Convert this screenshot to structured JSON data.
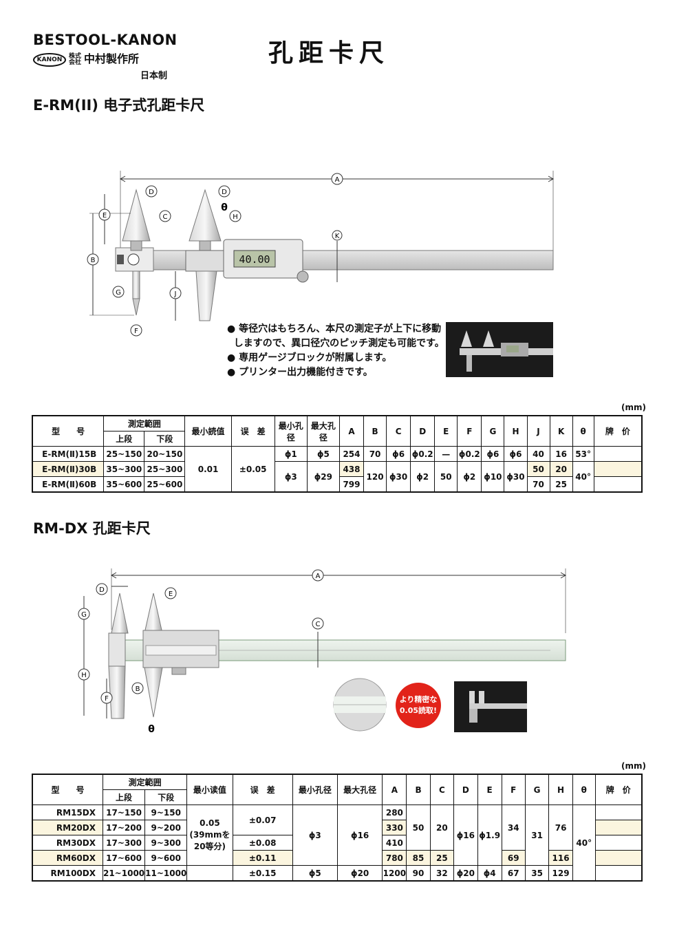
{
  "brand": {
    "name": "BESTOOL-KANON",
    "logo": "KANON",
    "company_small": "株式会社",
    "company": "中村製作所",
    "origin": "日本制"
  },
  "page_title": "孔距卡尺",
  "section1": {
    "title": "E-RM(II)  电子式孔距卡尺",
    "display": "40.00",
    "bullets": [
      "● 等径穴はもちろん、本尺の測定子が上下に移動",
      "  しますので、異口径穴のピッチ測定も可能です。",
      "● 専用ゲージブロックが附属します。",
      "● プリンター出力機能付きです。"
    ],
    "dim_labels": [
      "A",
      "B",
      "C",
      "D",
      "E",
      "F",
      "G",
      "H",
      "J",
      "K",
      "θ"
    ],
    "unit": "(mm)",
    "table": {
      "h_model": "型　　号",
      "h_range": "測定範囲",
      "h_upper": "上段",
      "h_lower": "下段",
      "h_min": "最小読值",
      "h_err": "误　差",
      "h_minhole": "最小孔径",
      "h_maxhole": "最大孔径",
      "h_price": "牌　价",
      "rows": [
        {
          "model": "E-RM(Ⅱ)15B",
          "upper": "25~150",
          "lower": "20~150",
          "minhole": "ϕ1",
          "maxhole": "ϕ5",
          "A": "254",
          "B": "70",
          "C": "ϕ6",
          "D": "ϕ0.2",
          "E": "—",
          "F": "ϕ0.2",
          "G": "ϕ6",
          "H": "ϕ6",
          "J": "40",
          "K": "16",
          "theta": "53°"
        },
        {
          "model": "E-RM(Ⅱ)30B",
          "upper": "35~300",
          "lower": "25~300",
          "A": "438",
          "J": "50",
          "K": "20"
        },
        {
          "model": "E-RM(Ⅱ)60B",
          "upper": "35~600",
          "lower": "25~600",
          "A": "799",
          "J": "70",
          "K": "25"
        }
      ],
      "min_read": "0.01",
      "error": "±0.05",
      "shared": {
        "minhole": "ϕ3",
        "maxhole": "ϕ29",
        "B": "120",
        "C": "ϕ30",
        "D": "ϕ2",
        "E": "50",
        "F": "ϕ2",
        "G": "ϕ10",
        "H": "ϕ30",
        "theta": "40°"
      }
    }
  },
  "section2": {
    "title": "RM-DX  孔距卡尺",
    "badge": "より精密な 0.05読取!",
    "dim_labels": [
      "A",
      "B",
      "C",
      "D",
      "E",
      "F",
      "G",
      "H",
      "θ"
    ],
    "unit": "(mm)",
    "table": {
      "h_model": "型　　号",
      "h_range": "測定範囲",
      "h_upper": "上段",
      "h_lower": "下段",
      "h_min": "最小读值",
      "h_err": "误　差",
      "h_minhole": "最小孔径",
      "h_maxhole": "最大孔径",
      "h_price": "牌　价",
      "rows": [
        {
          "model": "RM15DX",
          "upper": "17~150",
          "lower": "9~150",
          "A": "280"
        },
        {
          "model": "RM20DX",
          "upper": "17~200",
          "lower": "9~200",
          "A": "330"
        },
        {
          "model": "RM30DX",
          "upper": "17~300",
          "lower": "9~300",
          "A": "410",
          "err": "±0.08"
        },
        {
          "model": "RM60DX",
          "upper": "17~600",
          "lower": "9~600",
          "A": "780",
          "err": "±0.11",
          "B": "85",
          "C": "25",
          "F": "69",
          "H": "116"
        },
        {
          "model": "RM100DX",
          "upper": "21~1000",
          "lower": "11~1000",
          "A": "1200",
          "err": "±0.15",
          "minhole": "ϕ5",
          "maxhole": "ϕ20",
          "B": "90",
          "C": "32",
          "D": "ϕ20",
          "E": "ϕ4",
          "F": "67",
          "G": "35",
          "H": "129"
        }
      ],
      "min_read_1": "0.05",
      "min_read_2": "(39mmを",
      "min_read_3": "20等分)",
      "err_12": "±0.07",
      "shared": {
        "minhole": "ϕ3",
        "maxhole": "ϕ16",
        "B": "50",
        "C": "20",
        "D": "ϕ16",
        "E": "ϕ1.9",
        "F": "34",
        "G": "31",
        "H": "76",
        "theta": "40°"
      }
    }
  }
}
